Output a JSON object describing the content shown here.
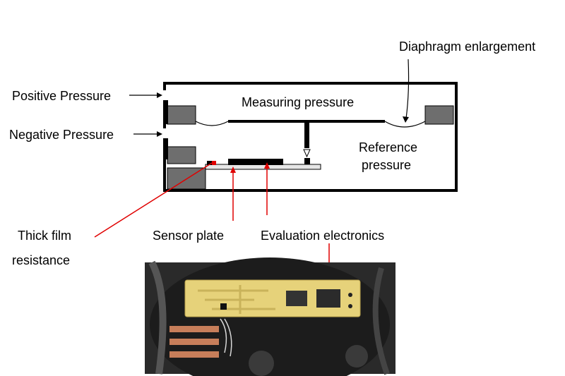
{
  "labels": {
    "diaphragm": "Diaphragm enlargement",
    "positive": "Positive Pressure",
    "negative": "Negative Pressure",
    "measuring": "Measuring pressure",
    "reference_1": "Reference",
    "reference_2": "pressure",
    "thick_film_1": "Thick film",
    "thick_film_2": "resistance",
    "sensor_plate": "Sensor plate",
    "evaluation": "Evaluation electronics"
  },
  "colors": {
    "outline": "#000000",
    "block_gray": "#6e6e6e",
    "plate_gray": "#e6e6e6",
    "leader_red": "#e00000",
    "pcb_yellow": "#e6d27a",
    "background_dark": "#2a2a2a"
  },
  "photo": {
    "description_icon": "sensor-pcb-photo"
  }
}
